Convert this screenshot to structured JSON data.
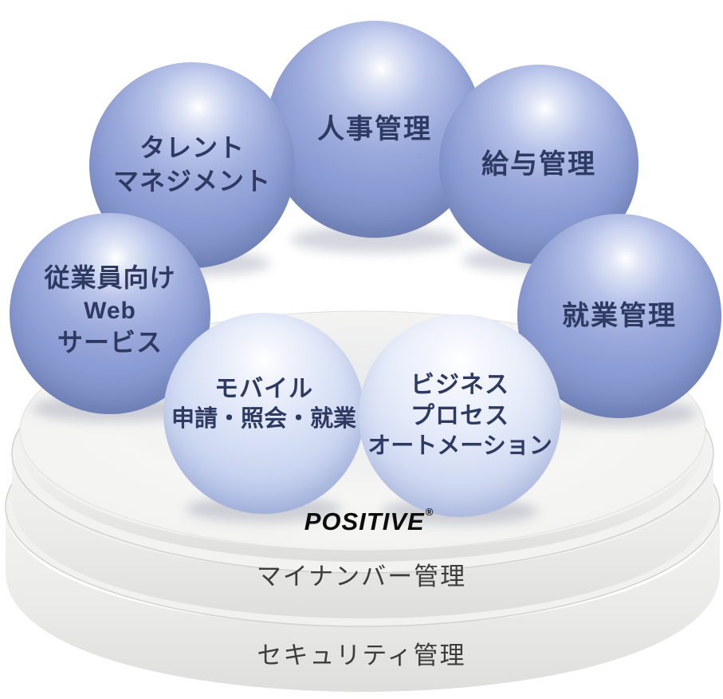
{
  "diagram": {
    "logo": {
      "text": "POSITIVE",
      "mark": "®"
    },
    "spheres": [
      {
        "name": "hr-management",
        "lines": [
          "人事管理"
        ]
      },
      {
        "name": "talent-management",
        "lines": [
          "タレント",
          "マネジメント"
        ]
      },
      {
        "name": "payroll-management",
        "lines": [
          "給与管理"
        ]
      },
      {
        "name": "employee-web-service",
        "lines": [
          "従業員向け",
          "Web",
          "サービス"
        ]
      },
      {
        "name": "work-attendance-management",
        "lines": [
          "就業管理"
        ]
      },
      {
        "name": "mobile-apps",
        "lines": [
          "モバイル",
          "申請・照会・就業"
        ]
      },
      {
        "name": "business-process-automation",
        "lines": [
          "ビジネス",
          "プロセス",
          "オートメーション"
        ]
      }
    ],
    "base_layers": [
      {
        "label": "マイナンバー管理"
      },
      {
        "label": "セキュリティ管理"
      }
    ],
    "colors": {
      "sphere_blue": "#8c9cd4",
      "sphere_pale": "#d3dcf3",
      "label_navy": "#2e3a62",
      "logo_black": "#0d0d0d",
      "platform_gray": "#efefed",
      "layer_text": "#3d3d3d"
    }
  }
}
